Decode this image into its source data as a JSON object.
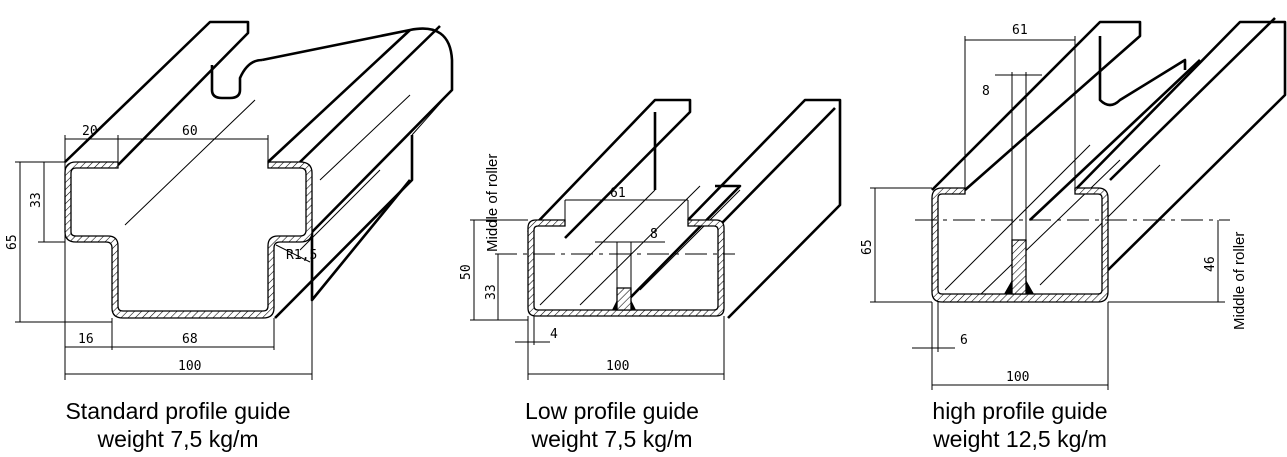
{
  "profiles": [
    {
      "caption_line1": "Standard profile guide",
      "caption_line2": "weight 7,5 kg/m",
      "dimensions": {
        "top_left": "20",
        "top_width": "60",
        "inner_height": "33",
        "total_height": "65",
        "radius": "R1,5",
        "bottom_left": "16",
        "bottom_width": "68",
        "total_width": "100"
      }
    },
    {
      "caption_line1": "Low profile guide",
      "caption_line2": "weight 7,5 kg/m",
      "dimensions": {
        "opening": "61",
        "rail": "8",
        "total_height": "50",
        "roller_height": "33",
        "wall": "4",
        "total_width": "100"
      },
      "note": "Middle of roller"
    },
    {
      "caption_line1": "high profile guide",
      "caption_line2": "weight 12,5 kg/m",
      "dimensions": {
        "opening": "61",
        "rail": "8",
        "total_height": "65",
        "roller_height": "46",
        "wall": "6",
        "total_width": "100"
      },
      "note": "Middle of roller"
    }
  ]
}
